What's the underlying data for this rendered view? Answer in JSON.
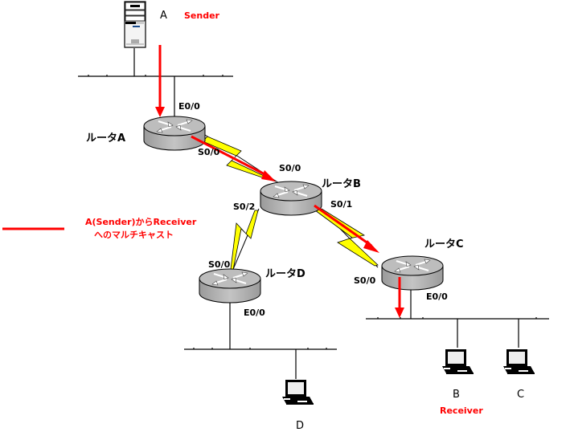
{
  "diagram": {
    "title": "Multicast network topology",
    "colors": {
      "multicast_arrow": "#ff0000",
      "serial_link": "#ffff00",
      "router_body": "#b4b4b4",
      "router_top": "#c8c8c8",
      "line": "#000000"
    },
    "hosts": {
      "server_a": {
        "name": "A",
        "role": "Sender",
        "icon": "server-tower-icon"
      },
      "pc_b": {
        "name": "B",
        "role": "Receiver",
        "icon": "laptop-icon"
      },
      "pc_c": {
        "name": "C",
        "icon": "laptop-icon"
      },
      "pc_d": {
        "name": "D",
        "icon": "laptop-icon"
      }
    },
    "routers": {
      "a": {
        "name": "ルータA",
        "icon": "router-icon",
        "interfaces": [
          "E0/0",
          "S0/0"
        ]
      },
      "b": {
        "name": "ルータB",
        "icon": "router-icon",
        "interfaces": [
          "S0/0",
          "S0/1",
          "S0/2"
        ]
      },
      "c": {
        "name": "ルータC",
        "icon": "router-icon",
        "interfaces": [
          "S0/0",
          "E0/0"
        ]
      },
      "d": {
        "name": "ルータD",
        "icon": "router-icon",
        "interfaces": [
          "S0/0",
          "E0/0"
        ]
      }
    },
    "links": [
      {
        "from": "ルータA S0/0",
        "to": "ルータB S0/0",
        "type": "serial"
      },
      {
        "from": "ルータB S0/1",
        "to": "ルータC S0/0",
        "type": "serial"
      },
      {
        "from": "ルータB S0/2",
        "to": "ルータD S0/0",
        "type": "serial"
      },
      {
        "from": "ルータA E0/0",
        "to": "LAN A",
        "type": "ethernet"
      },
      {
        "from": "ルータC E0/0",
        "to": "LAN B/C",
        "type": "ethernet"
      },
      {
        "from": "ルータD E0/0",
        "to": "LAN D",
        "type": "ethernet"
      }
    ],
    "multicast_path": [
      "A",
      "ルータA",
      "ルータB",
      "ルータC",
      "B"
    ],
    "legend": {
      "line1": "A(Sender)からReceiver",
      "line2": "へのマルチキャスト"
    }
  }
}
